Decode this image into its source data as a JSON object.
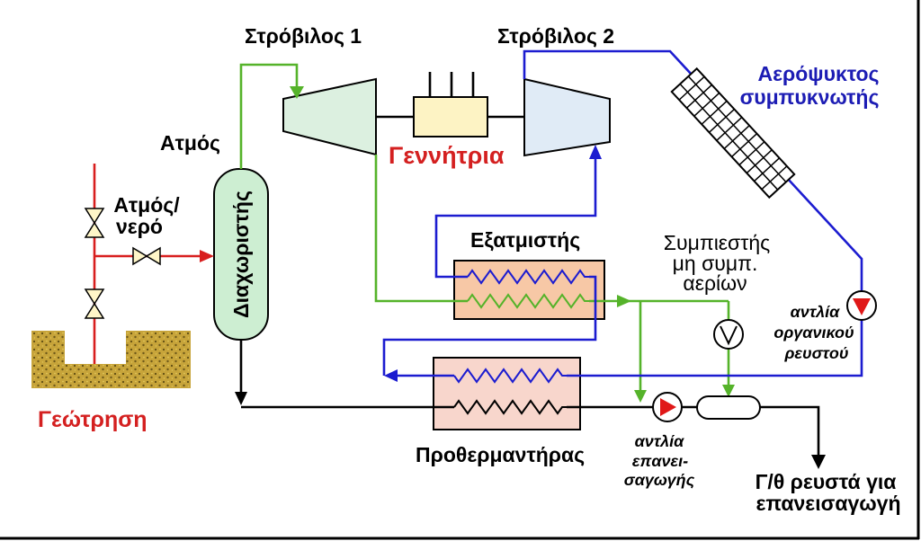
{
  "diagram": {
    "turbine_1": "Στρόβιλος 1",
    "turbine_2": "Στρόβιλος 2",
    "generator": "Γεννήτρια",
    "air_cooled_condenser": [
      "Αερόψυκτος",
      "συμπυκνωτής"
    ],
    "steam": "Ατμός",
    "steam_water": [
      "Ατμός/",
      "νερό"
    ],
    "separator": "Διαχωριστής",
    "evaporator": "Εξατμιστής",
    "ncg_compressor": [
      "Συμπιεστής",
      "μη συμπ.",
      "αερίων"
    ],
    "organic_fluid_pump": [
      "αντλία",
      "οργανικού",
      "ρευστού"
    ],
    "well": "Γεώτρηση",
    "preheater": "Προθερμαντήρας",
    "reinjection_pump": [
      "αντλία",
      "επανει-",
      "σαγωγής"
    ],
    "reinjection_fluids": [
      "Γ/θ ρευστά για",
      "επανεισαγωγή"
    ]
  },
  "colors": {
    "brine": "#d81e1e",
    "steam": "#55b32a",
    "organic": "#1c1cd0",
    "label_red": "#d42020",
    "label_blue": "#1c1cb4",
    "pump_arrow": "#e01818"
  }
}
